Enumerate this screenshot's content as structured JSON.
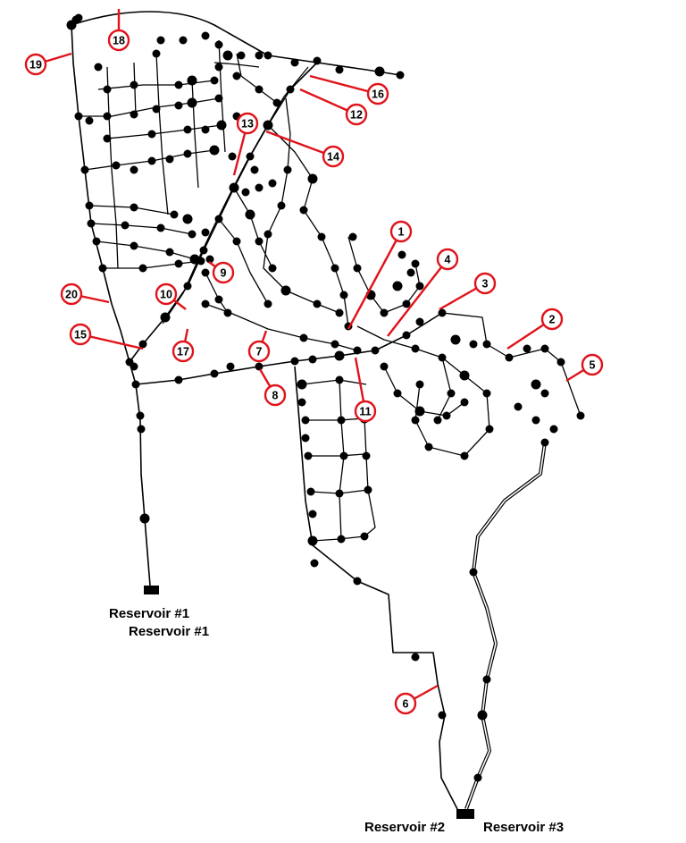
{
  "diagram": {
    "callouts": [
      {
        "label": "1"
      },
      {
        "label": "2"
      },
      {
        "label": "3"
      },
      {
        "label": "4"
      },
      {
        "label": "5"
      },
      {
        "label": "6"
      },
      {
        "label": "7"
      },
      {
        "label": "8"
      },
      {
        "label": "9"
      },
      {
        "label": "10"
      },
      {
        "label": "11"
      },
      {
        "label": "12"
      },
      {
        "label": "13"
      },
      {
        "label": "14"
      },
      {
        "label": "15"
      },
      {
        "label": "16"
      },
      {
        "label": "17"
      },
      {
        "label": "18"
      },
      {
        "label": "19"
      },
      {
        "label": "20"
      }
    ],
    "reservoirs": [
      {
        "label": "Reservoir #1"
      },
      {
        "label": "Reservoir #1"
      },
      {
        "label": "Reservoir #2"
      },
      {
        "label": "Reservoir #3"
      }
    ],
    "colors": {
      "pipe": "#000000",
      "callout": "#e0131b",
      "background": "#ffffff"
    }
  }
}
